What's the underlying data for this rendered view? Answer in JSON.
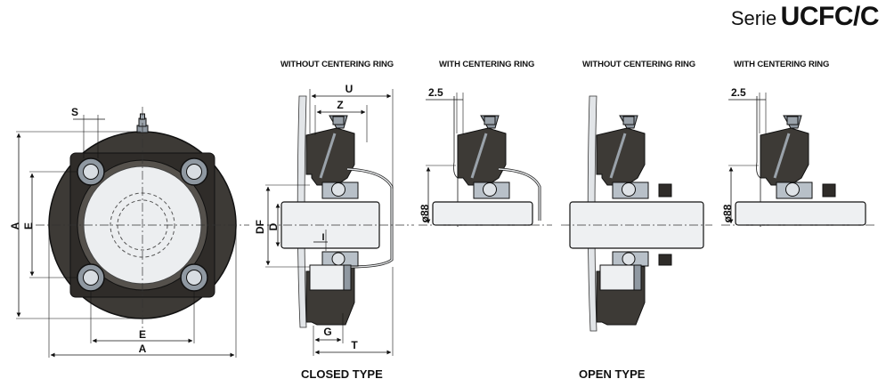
{
  "title": {
    "serie": "Serie",
    "model": "UCFC/C"
  },
  "headers": [
    "WITHOUT CENTERING RING",
    "WITH CENTERING RING",
    "WITHOUT CENTERING RING",
    "WITH CENTERING RING"
  ],
  "footers": {
    "closed": "CLOSED TYPE",
    "open": "OPEN TYPE"
  },
  "front_dims": {
    "s": "S",
    "a_left": "A",
    "e_left": "E",
    "e_bottom": "E",
    "a_bottom": "A"
  },
  "section_dims": {
    "u": "U",
    "z": "Z",
    "df": "DF",
    "d": "D",
    "i": "I",
    "g": "G",
    "t": "T"
  },
  "ring_dims": {
    "offset": "2.5",
    "diameter": "ø88"
  },
  "colors": {
    "housing": "#3d3a36",
    "bolt": "#8f98a1",
    "insert": "#e9ebed",
    "bearing": "#b8c0c8"
  }
}
